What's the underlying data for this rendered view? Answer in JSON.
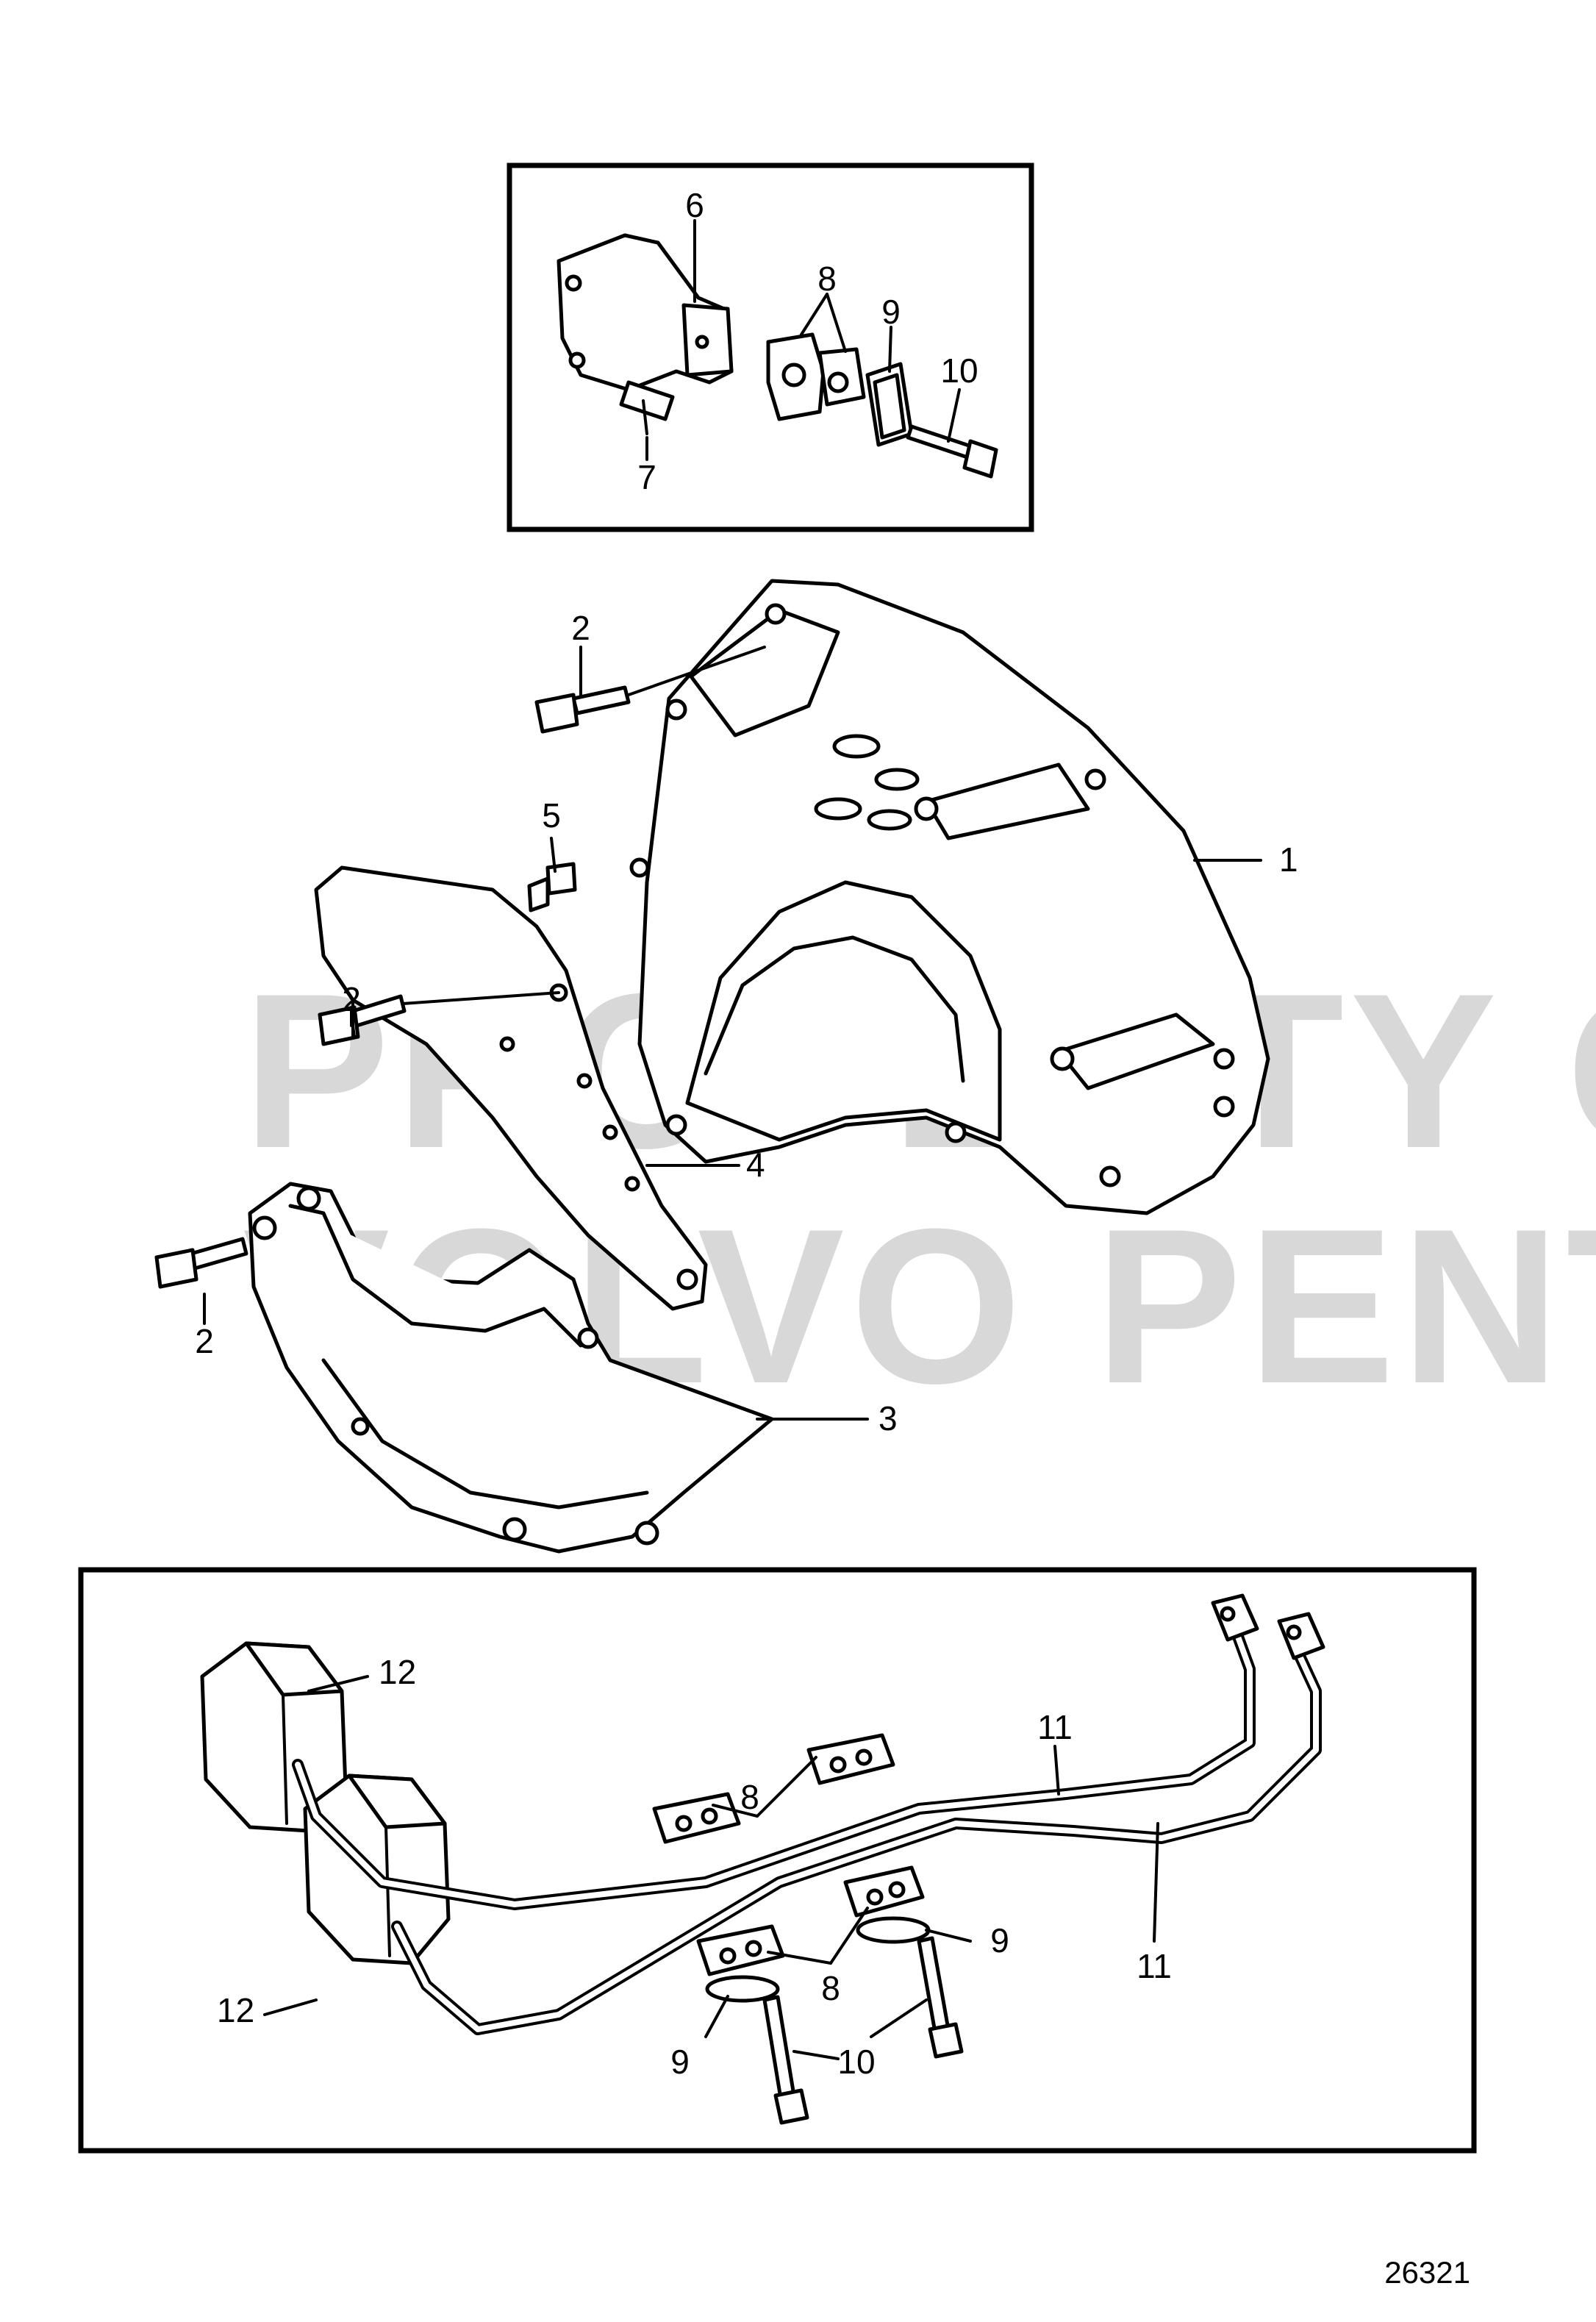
{
  "watermark": {
    "line1": "PROPERTY OF",
    "line2": "VOLVO PENTA"
  },
  "drawing_number": "26321",
  "callouts": {
    "top_box": [
      "6",
      "8",
      "9",
      "10",
      "7"
    ],
    "main": [
      "1",
      "2",
      "2",
      "2",
      "3",
      "4",
      "5"
    ],
    "bottom_box": [
      "12",
      "12",
      "11",
      "11",
      "8",
      "8",
      "9",
      "9",
      "10"
    ]
  }
}
